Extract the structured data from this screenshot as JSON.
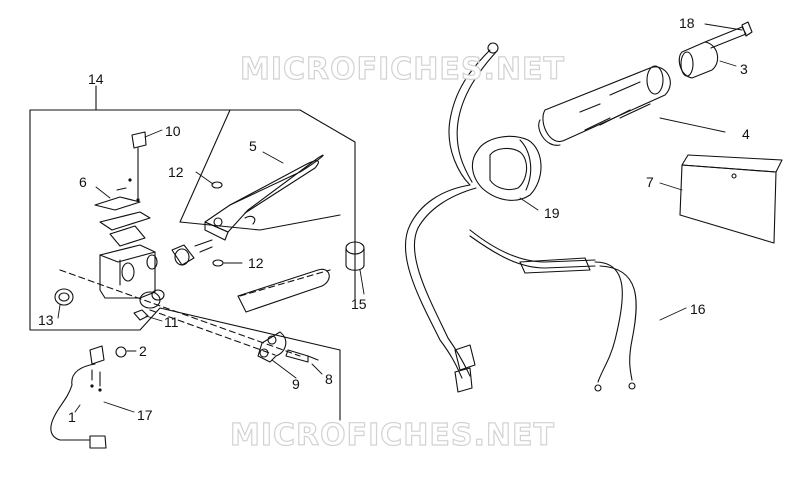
{
  "watermark": "MICROFICHES.NET",
  "callouts": {
    "c1": "1",
    "c2": "2",
    "c3": "3",
    "c4": "4",
    "c5": "5",
    "c6": "6",
    "c7": "7",
    "c8": "8",
    "c9": "9",
    "c10": "10",
    "c11": "11",
    "c12a": "12",
    "c12b": "12",
    "c13": "13",
    "c14": "14",
    "c15": "15",
    "c16": "16",
    "c17": "17",
    "c18": "18",
    "c19": "19"
  }
}
